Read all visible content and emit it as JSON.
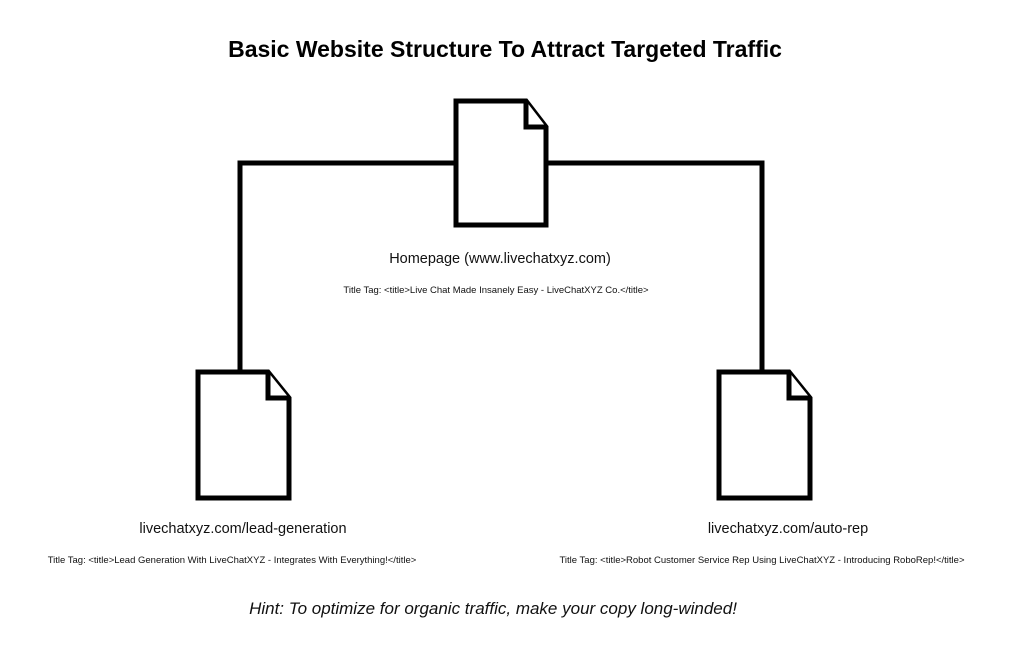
{
  "title": "Basic Website Structure To Attract Targeted Traffic",
  "nodes": {
    "homepage": {
      "label": "Homepage (www.livechatxyz.com)",
      "title_tag": "Title Tag: <title>Live Chat Made Insanely Easy - LiveChatXYZ Co.</title>",
      "icon": "document-icon"
    },
    "lead_generation": {
      "label": "livechatxyz.com/lead-generation",
      "title_tag": "Title Tag: <title>Lead Generation With LiveChatXYZ - Integrates With Everything!</title>",
      "icon": "document-icon"
    },
    "auto_rep": {
      "label": "livechatxyz.com/auto-rep",
      "title_tag": "Title Tag: <title>Robot Customer Service Rep Using LiveChatXYZ - Introducing RoboRep!</title>",
      "icon": "document-icon"
    }
  },
  "hint": "Hint: To optimize for organic traffic, make your copy long-winded!"
}
